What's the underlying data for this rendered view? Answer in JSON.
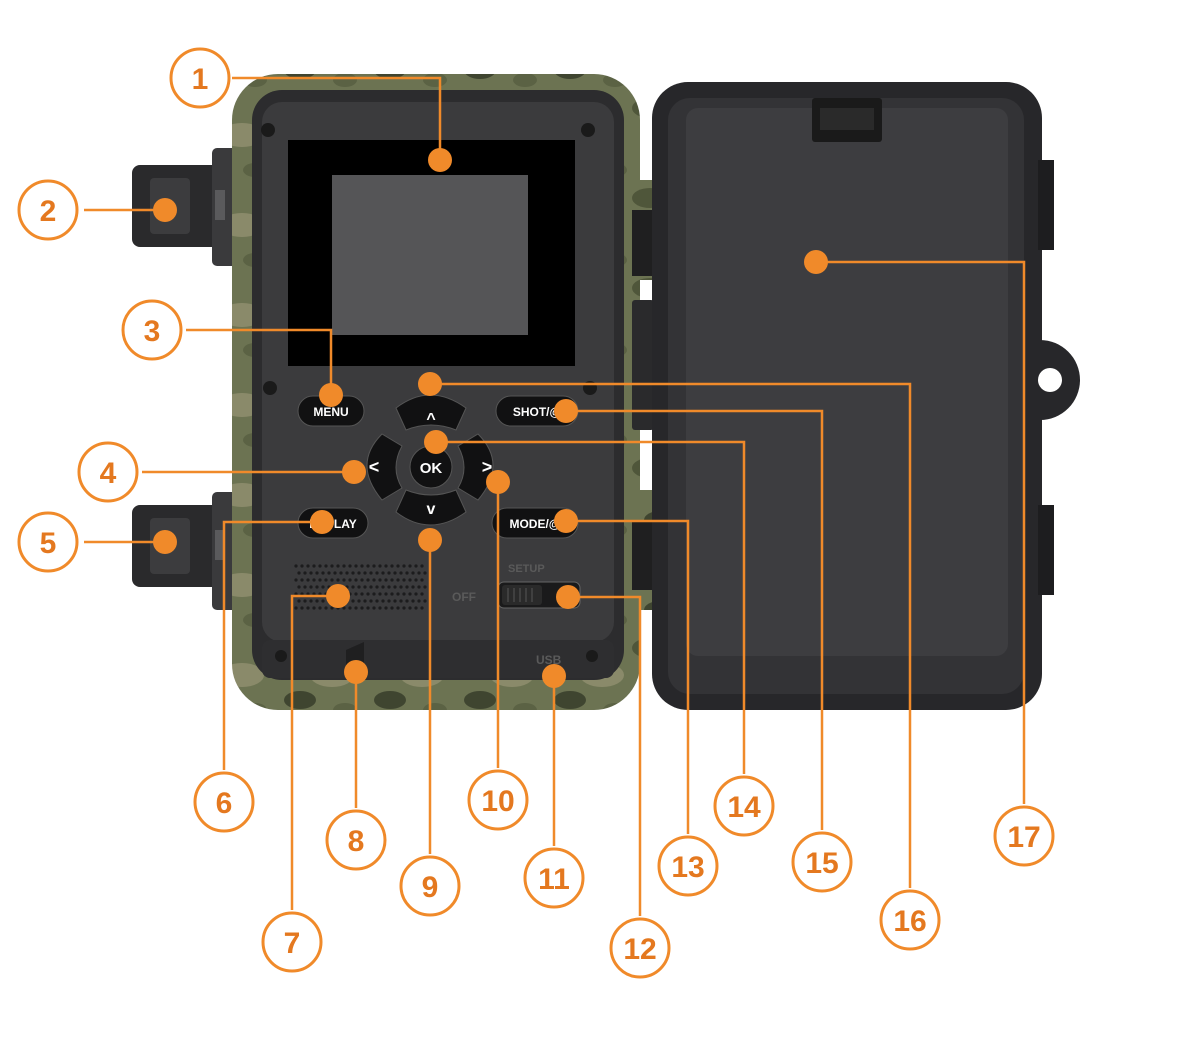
{
  "colors": {
    "accent": "#f08a2a",
    "callout_text": "#e4781f",
    "camo_green": "#6b7350",
    "body_dark": "#2d2d2f",
    "panel": "#3a3a3c"
  },
  "buttons": {
    "menu": "MENU",
    "replay": "REPLAY",
    "shot": "SHOT/@",
    "mode": "MODE/@",
    "ok": "OK"
  },
  "switch": {
    "off_label": "OFF",
    "setup_label": "SETUP"
  },
  "port_label": "USB",
  "icons": {
    "up": "arrow-up-icon",
    "down": "arrow-down-icon",
    "left": "arrow-left-icon",
    "right": "arrow-right-icon"
  },
  "callouts": [
    "1",
    "2",
    "3",
    "4",
    "5",
    "6",
    "7",
    "8",
    "9",
    "10",
    "11",
    "12",
    "13",
    "14",
    "15",
    "16",
    "17"
  ]
}
